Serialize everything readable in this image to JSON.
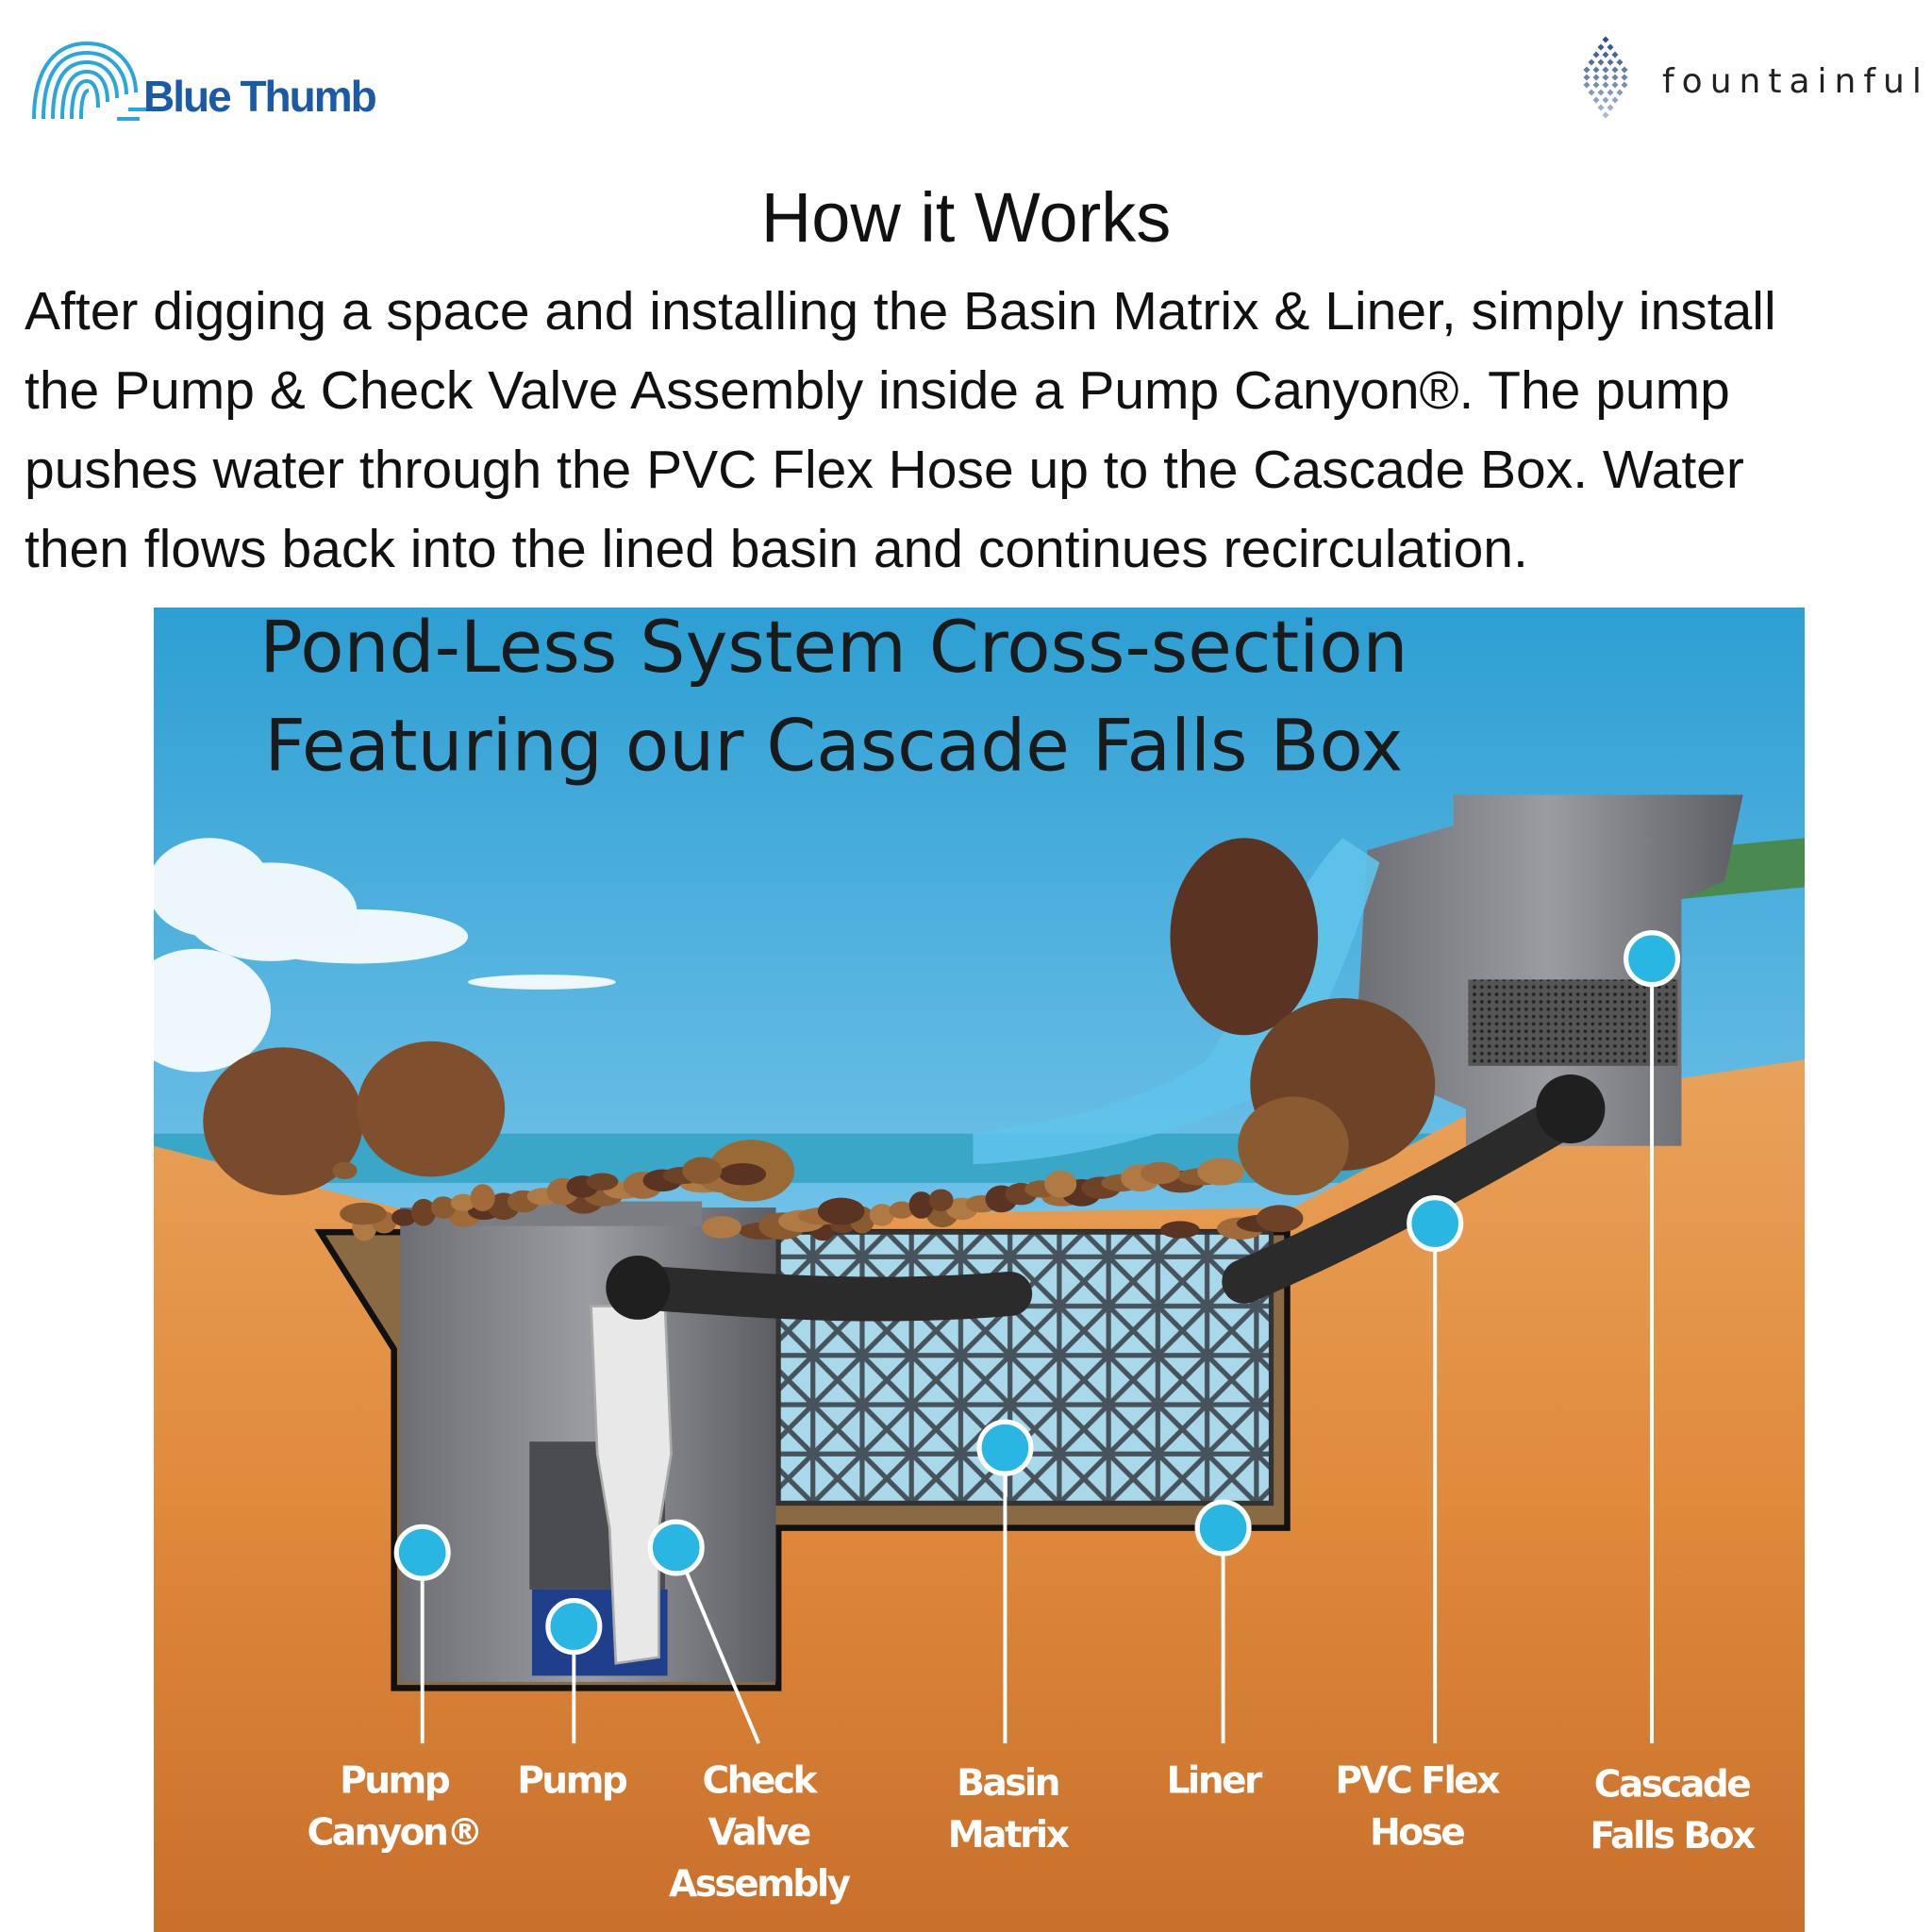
{
  "header": {
    "left_logo": "Blue Thumb",
    "right_logo": "fountainful"
  },
  "title": "How it Works",
  "description_lines": [
    "After digging a space and installing the Basin Matrix & Liner, simply install",
    "the Pump & Check Valve Assembly inside a Pump Canyon®. The pump",
    "pushes water through the PVC Flex Hose up to the Cascade Box. Water",
    "then flows back into the lined basin and continues recirculation."
  ],
  "diagram": {
    "title_line1": "Pond-Less System Cross-section",
    "title_line2": "Featuring our Cascade Falls Box",
    "callout_color": "#29b6e3",
    "callouts": [
      {
        "lines": [
          "Pump",
          "Canyon®"
        ]
      },
      {
        "lines": [
          "Pump"
        ]
      },
      {
        "lines": [
          "Check",
          "Valve",
          "Assembly"
        ]
      },
      {
        "lines": [
          "Basin",
          "Matrix"
        ]
      },
      {
        "lines": [
          "Liner"
        ]
      },
      {
        "lines": [
          "PVC Flex",
          "Hose"
        ]
      },
      {
        "lines": [
          "Cascade",
          "Falls Box"
        ]
      }
    ]
  }
}
